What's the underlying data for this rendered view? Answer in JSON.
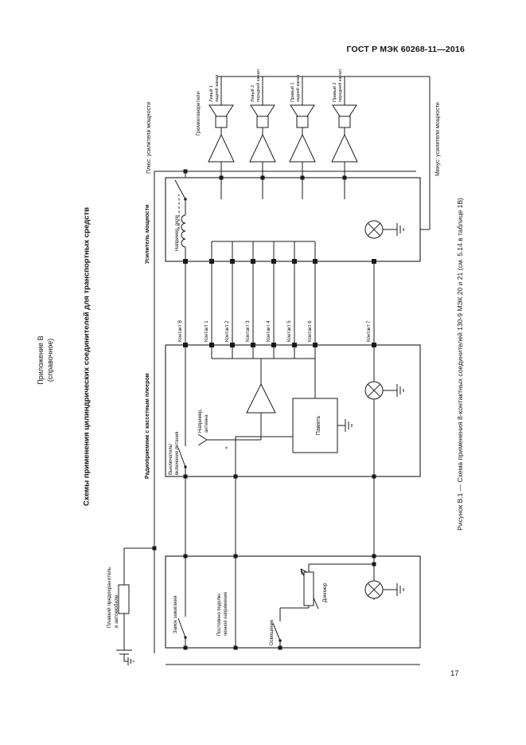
{
  "page": {
    "header": "ГОСТ Р МЭК 60268-11—2016",
    "number": "17"
  },
  "appendix": {
    "line1": "Приложение В",
    "line2": "(справочное)"
  },
  "title": "Схемы применения цилиндрических соединителей для транспортных средств",
  "caption": "Рисунок В.1 — Схема применения 8-контактных соединителей 130-9 МЭК 20 и 21 (см. 5.14 в таблице 1В)",
  "diagram": {
    "plus_bus": "Плюс: усилители мощности",
    "minus_bus": "Минус: усилители мощности",
    "amplifier_block": "Усилитель мощности",
    "radio_block": "Радиоприемник с кассетным плеером",
    "speakers_title": "Громкоговорители",
    "speaker_channels": [
      {
        "line1": "Левый 1",
        "line2": "задний канал"
      },
      {
        "line1": "Левый 2",
        "line2": "передний канал"
      },
      {
        "line1": "Правый 1",
        "line2": "задний канал"
      },
      {
        "line1": "Правый 2",
        "line2": "передний канал"
      }
    ],
    "relay_note": "Например, реле",
    "antenna_note_1": "Например,",
    "antenna_note_2": "антенна",
    "power_switch_1": "Выключатель/",
    "power_switch_2": "включение питания",
    "memory": "Память",
    "contacts": [
      "Контакт В",
      "Контакт 1",
      "Контакт 2",
      "Контакт 3",
      "Контакт 4",
      "Контакт 5",
      "Контакт 6",
      "Контакт 7"
    ],
    "fuse_1": "Плавкий предохранитель",
    "fuse_2": "в автомобиле",
    "ignition": "Замок зажигания",
    "constant_1": "Постоянно подклю-",
    "constant_2": "ченное напряжение",
    "lighting": "Освещение",
    "dimmer": "Диммер",
    "plus_sign": "+"
  }
}
